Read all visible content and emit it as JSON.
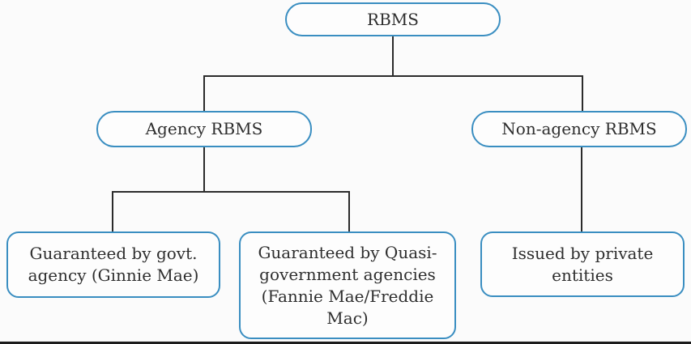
{
  "diagram": {
    "type": "tree",
    "nodes": {
      "root": {
        "label": "RBMS"
      },
      "agency": {
        "label": "Agency RBMS"
      },
      "nonagency": {
        "label": "Non-agency RBMS"
      },
      "govt": {
        "label": "Guaranteed by govt.\nagency (Ginnie Mae)"
      },
      "quasi": {
        "label": "Guaranteed by Quasi-\ngovernment agencies\n(Fannie Mae/Freddie\nMac)"
      },
      "private": {
        "label": "Issued by private\nentities"
      }
    },
    "edges": [
      {
        "from": "RBMS",
        "to": "Agency RBMS"
      },
      {
        "from": "RBMS",
        "to": "Non-agency RBMS"
      },
      {
        "from": "Agency RBMS",
        "to": "Guaranteed by govt. agency (Ginnie Mae)"
      },
      {
        "from": "Agency RBMS",
        "to": "Guaranteed by Quasi-government agencies (Fannie Mae/Freddie Mac)"
      },
      {
        "from": "Non-agency RBMS",
        "to": "Issued by private entities"
      }
    ],
    "colors": {
      "box_border": "#3a8ec1",
      "box_fill": "#fdfdfd",
      "connector": "#2b2b2b",
      "text": "#2e2e2e",
      "background": "#fbfbfb"
    }
  }
}
